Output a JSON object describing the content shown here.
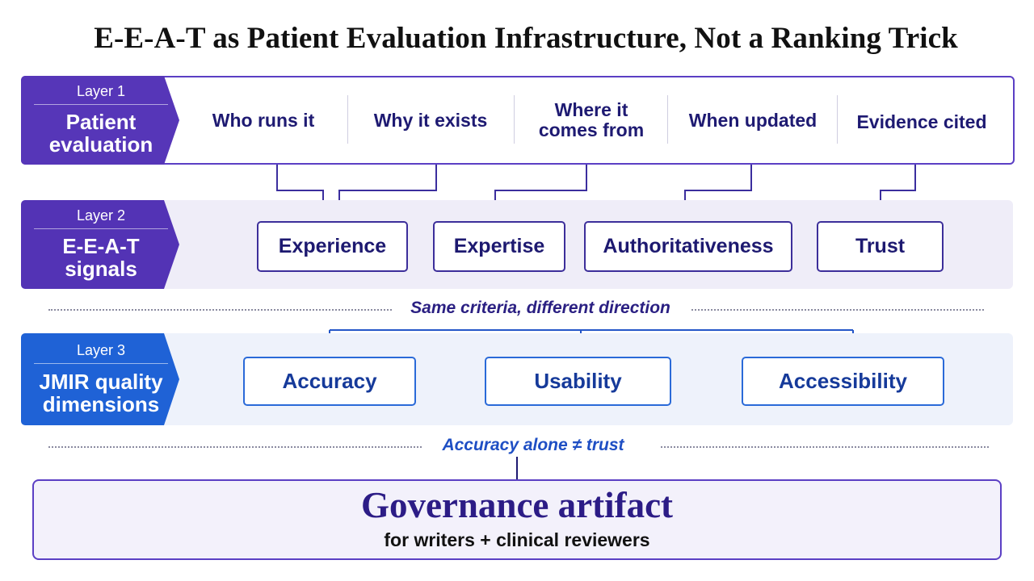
{
  "title": "E-E-A-T as Patient Evaluation Infrastructure, Not a Ranking Trick",
  "colors": {
    "layer1": "#5636b8",
    "layer2": "#5333b5",
    "layer3": "#1f62d6",
    "purple_text": "#1e1a72",
    "blue_text": "#163a9a"
  },
  "layer1": {
    "number": "Layer 1",
    "title_line1": "Patient",
    "title_line2": "evaluation",
    "questions": {
      "who": "Who runs it",
      "why": "Why it exists",
      "where_line1": "Where it",
      "where_line2": "comes from",
      "when": "When updated",
      "evidence": "Evidence cited"
    }
  },
  "layer2": {
    "number": "Layer 2",
    "title_line1": "E-E-A-T",
    "title_line2": "signals",
    "signals": {
      "experience": "Experience",
      "expertise": "Expertise",
      "authoritativeness": "Authoritativeness",
      "trust": "Trust"
    }
  },
  "separator1": "Same criteria, different direction",
  "layer3": {
    "number": "Layer 3",
    "title_line1": "JMIR quality",
    "title_line2": "dimensions",
    "dimensions": {
      "accuracy": "Accuracy",
      "usability": "Usability",
      "accessibility": "Accessibility"
    }
  },
  "separator2": "Accuracy alone ≠ trust",
  "governance": {
    "title": "Governance artifact",
    "subtitle": "for writers + clinical reviewers"
  }
}
